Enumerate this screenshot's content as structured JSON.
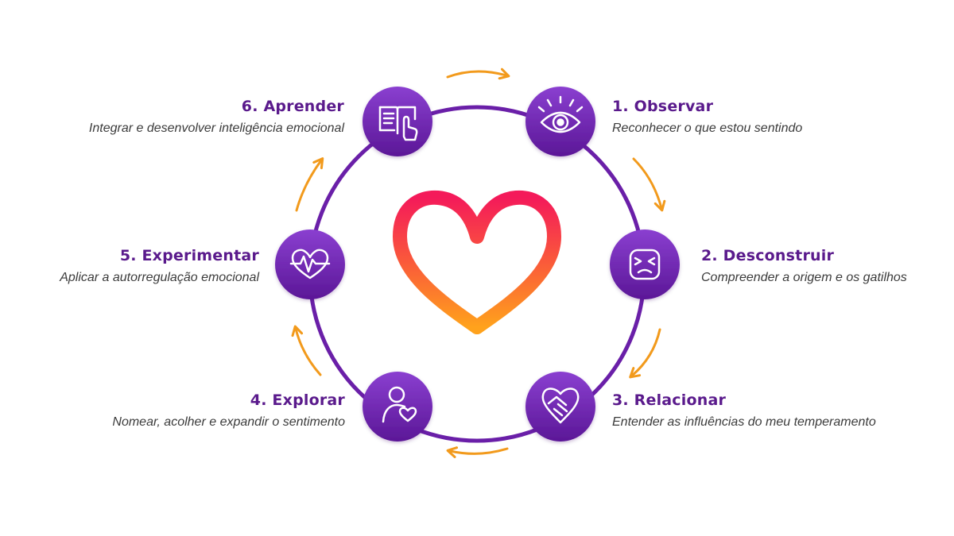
{
  "colors": {
    "ring": "#6a1fa8",
    "node_top": "#8a3fd0",
    "node_bottom": "#5b1797",
    "arrow": "#f29a1c",
    "heart_top": "#f41a5a",
    "heart_bottom": "#ffa21c",
    "title": "#5a1a8c",
    "description": "#3b3b3b"
  },
  "steps": [
    {
      "title": "1. Observar",
      "description": "Reconhecer o que estou sentindo",
      "icon": "eye-icon"
    },
    {
      "title": "2. Desconstruir",
      "description": "Compreender a origem e os gatilhos",
      "icon": "frustrated-face-icon"
    },
    {
      "title": "3. Relacionar",
      "description": "Entender as influências do meu temperamento",
      "icon": "handshake-heart-icon"
    },
    {
      "title": "4. Explorar",
      "description": "Nomear, acolher e expandir o sentimento",
      "icon": "person-heart-icon"
    },
    {
      "title": "5. Experimentar",
      "description": "Aplicar a autorregulação emocional",
      "icon": "heartbeat-icon"
    },
    {
      "title": "6. Aprender",
      "description": "Integrar e desenvolver inteligência emocional",
      "icon": "book-touch-icon"
    }
  ],
  "center": {
    "icon": "heart-icon"
  }
}
